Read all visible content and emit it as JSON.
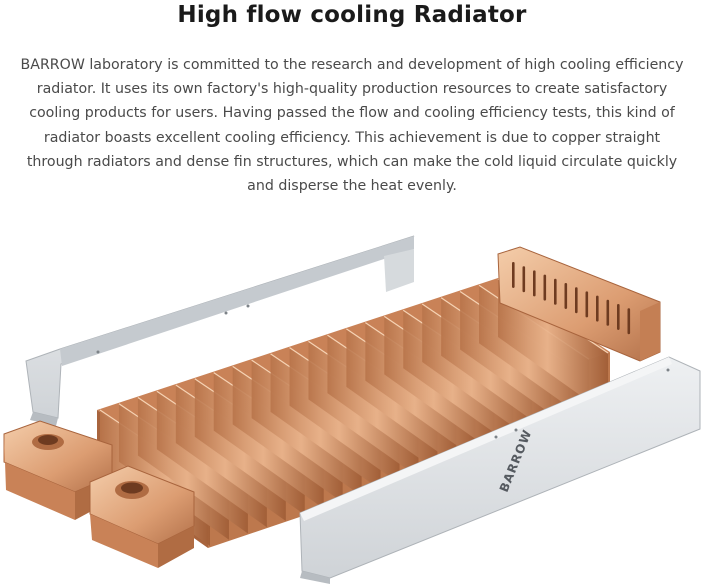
{
  "heading": {
    "title": "High flow cooling Radiator"
  },
  "description": {
    "text": "BARROW laboratory is committed to the research and development of high cooling efficiency radiator. It uses its own factory's high-quality production resources to create satisfactory cooling products for users. Having passed the flow and cooling efficiency tests, this kind of radiator boasts excellent cooling efficiency. This achievement is due to copper straight through radiators and dense fin structures, which can make the cold liquid circulate quickly and disperse the heat evenly."
  },
  "image": {
    "brand_label": "BARROW"
  },
  "colors": {
    "copper": "#d9986a",
    "copper_dark": "#a8643d",
    "copper_light": "#f1c9a6",
    "steel": "#dfe2e5",
    "steel_shadow": "#b9bec3"
  }
}
